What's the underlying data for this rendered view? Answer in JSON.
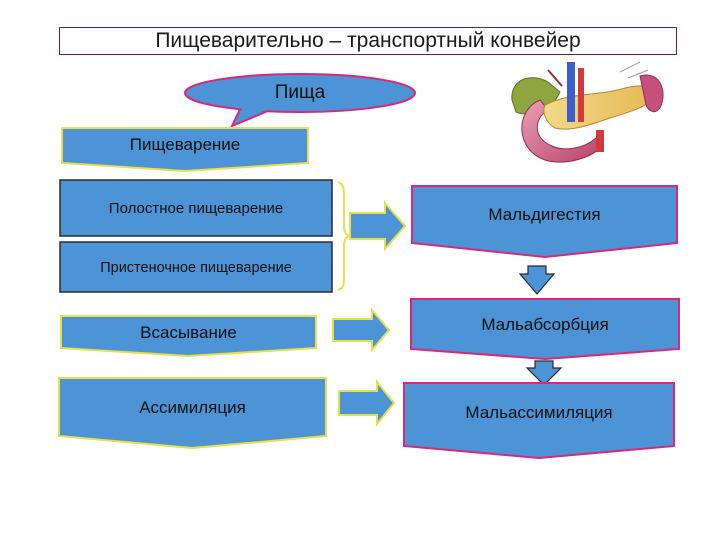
{
  "title": "Пищеварительно – транспортный конвейер",
  "food_callout": "Пища",
  "left_blocks": {
    "digestion": "Пищеварение",
    "cavity_digestion": "Полостное пищеварение",
    "parietal_digestion": "Пристеночное пищеварение",
    "absorption": "Всасывание",
    "assimilation": "Ассимиляция"
  },
  "right_blocks": {
    "maldigestion": "Мальдигестия",
    "malabsorption": "Мальабсорбция",
    "malassimilation": "Мальассимиляция"
  },
  "illustration": "pancreas-duodenum-illustration",
  "colors": {
    "box_fill": "#4d94d6",
    "yellow_border": "#e8e04a",
    "pink_border": "#d8287a",
    "dark_border": "#2a2a2a",
    "arrow_fill": "#4d94d6"
  }
}
